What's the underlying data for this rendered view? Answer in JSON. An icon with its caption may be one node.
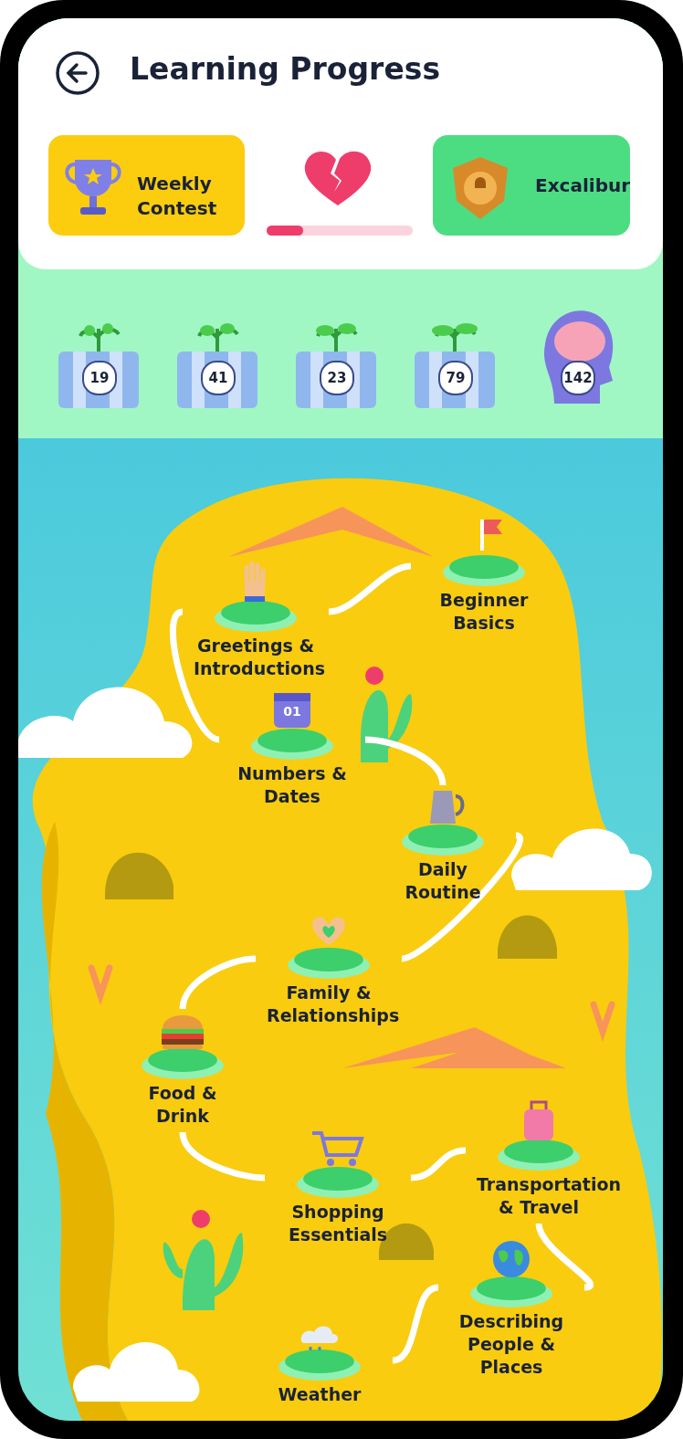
{
  "diagram": {
    "title": "Learning Progress",
    "nodes": [
      {
        "text": [
          "Beginner Basics"
        ]
      },
      {
        "text": [
          "Greetings & Introductions"
        ]
      },
      {
        "text": [
          "Numbers & Dates"
        ]
      },
      {
        "text": [
          "Daily Routine"
        ]
      },
      {
        "text": [
          "Family & Relationships"
        ]
      },
      {
        "text": [
          "Food & Drink"
        ]
      },
      {
        "text": [
          "Shopping Essentials"
        ]
      },
      {
        "text": [
          "Transportation & Travel"
        ]
      },
      {
        "text": [
          "Describing People & Places"
        ]
      },
      {
        "text": [
          "Weather"
        ]
      }
    ],
    "edges": [
      {
        "from": 0,
        "to": 1,
        "arrow": "none"
      },
      {
        "from": 1,
        "to": 2,
        "arrow": "none"
      },
      {
        "from": 2,
        "to": 3,
        "arrow": "none"
      },
      {
        "from": 3,
        "to": 4,
        "arrow": "none"
      },
      {
        "from": 4,
        "to": 5,
        "arrow": "none"
      },
      {
        "from": 5,
        "to": 6,
        "arrow": "none"
      },
      {
        "from": 6,
        "to": 7,
        "arrow": "none"
      },
      {
        "from": 7,
        "to": 8,
        "arrow": "none"
      },
      {
        "from": 8,
        "to": 9,
        "arrow": "none"
      }
    ],
    "labels": [
      "Weekly Contest",
      "Excalibur",
      "19",
      "41",
      "23",
      "79",
      "142",
      "01"
    ]
  }
}
